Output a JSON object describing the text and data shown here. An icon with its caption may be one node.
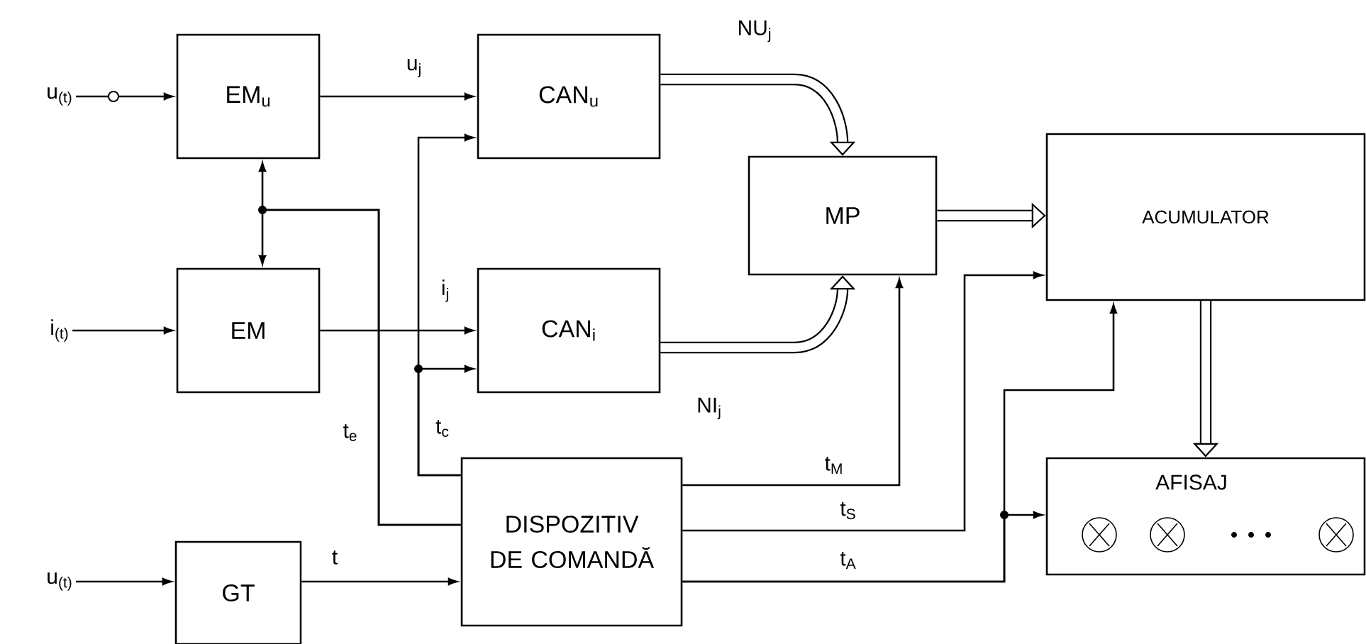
{
  "diagram": {
    "nodes": [
      {
        "text": [
          "u$_{(t)}$"
        ]
      },
      {
        "text": [
          "EM$_{u}$"
        ]
      },
      {
        "text": [
          "CAN$_{u}$"
        ]
      },
      {
        "text": [
          "MP"
        ]
      },
      {
        "text": [
          "ACUMULATOR"
        ]
      },
      {
        "text": [
          "i$_{(t)}$"
        ]
      },
      {
        "text": [
          "EM"
        ]
      },
      {
        "text": [
          "CAN$_{i}$"
        ]
      },
      {
        "text": [
          "DISPOZITIV DE COMANDĂ"
        ]
      },
      {
        "text": [
          "AFISAJ"
        ]
      },
      {
        "text": [
          "u$_{(t)}$"
        ]
      },
      {
        "text": [
          "GT"
        ]
      }
    ],
    "edges": [
      {
        "from": 0,
        "to": 1,
        "arrow": "to"
      },
      {
        "from": 1,
        "to": 2,
        "arrow": "to",
        "label": "u$_{j}$"
      },
      {
        "from": 2,
        "to": 3,
        "arrow": "to",
        "label": "NU$_{j}$",
        "style": "thick"
      },
      {
        "from": 7,
        "to": 3,
        "arrow": "to",
        "label": "NI$_{j}$",
        "style": "thick"
      },
      {
        "from": 3,
        "to": 4,
        "arrow": "to",
        "style": "thick"
      },
      {
        "from": 4,
        "to": 9,
        "arrow": "to",
        "style": "thick"
      },
      {
        "from": 5,
        "to": 6,
        "arrow": "to"
      },
      {
        "from": 6,
        "to": 7,
        "arrow": "to",
        "label": "i$_{j}$"
      },
      {
        "from": 8,
        "to": 1,
        "arrow": "to",
        "label": "t$_{e}$"
      },
      {
        "from": 8,
        "to": 6,
        "arrow": "to"
      },
      {
        "from": 8,
        "to": 2,
        "arrow": "to",
        "label": "t$_{c}$"
      },
      {
        "from": 8,
        "to": 7,
        "arrow": "to"
      },
      {
        "from": 8,
        "to": 3,
        "arrow": "to",
        "label": "t$_{M}$"
      },
      {
        "from": 8,
        "to": 4,
        "arrow": "to",
        "label": "t$_{S}$"
      },
      {
        "from": 8,
        "to": 9,
        "arrow": "to",
        "label": "t$_{A}$"
      },
      {
        "from": 8,
        "to": 4,
        "arrow": "to"
      },
      {
        "from": 11,
        "to": 8,
        "arrow": "to",
        "label": "t"
      },
      {
        "from": 10,
        "to": 11,
        "arrow": "to"
      }
    ]
  }
}
